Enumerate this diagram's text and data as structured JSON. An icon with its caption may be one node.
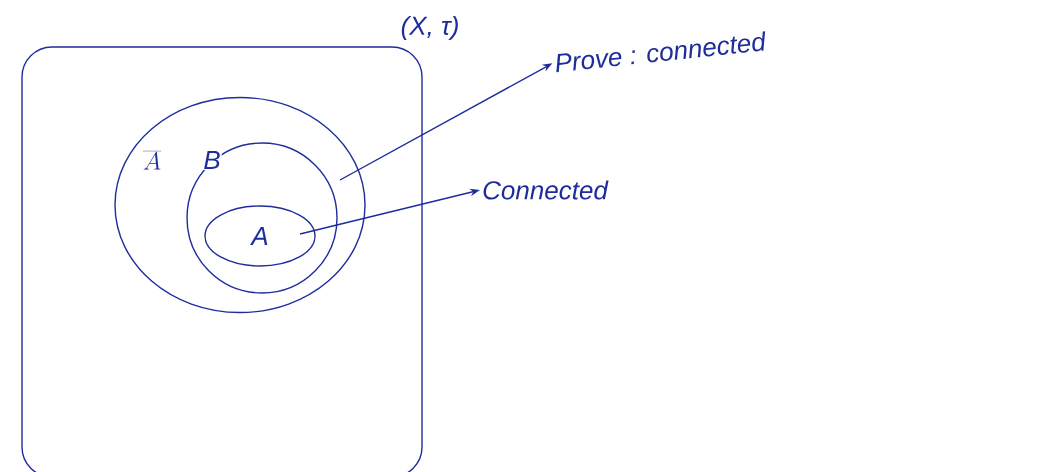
{
  "diagram": {
    "nodes": [
      {
        "text": [
          "(X, τ)"
        ]
      },
      {
        "text": [
          "\\overline{A}"
        ],
        "in": 0
      },
      {
        "text": [
          "B"
        ],
        "in": 1
      },
      {
        "text": [
          "A"
        ],
        "in": 2
      },
      {
        "text": [
          "Prove : connected"
        ]
      },
      {
        "text": [
          "Connected"
        ]
      }
    ],
    "edges": [
      {
        "from": 2,
        "to": 4,
        "arrow": "to"
      },
      {
        "from": 3,
        "to": 5,
        "arrow": "to"
      }
    ]
  }
}
